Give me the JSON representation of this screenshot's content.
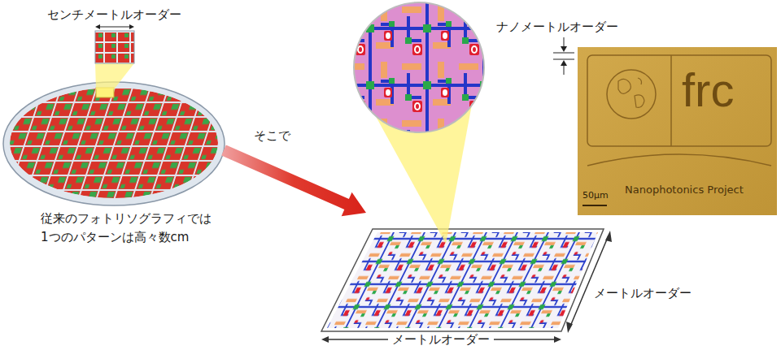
{
  "diagram": {
    "labels": [
      "センチメートルオーダー",
      "従来のフォトリソグラフィでは 1つのパターンは高々数cm",
      "そこで",
      "ナノメートルオーダー",
      "frc",
      "Nanophotonics Project",
      "50μm",
      "メートルオーダー",
      "メートルオーダー"
    ]
  }
}
